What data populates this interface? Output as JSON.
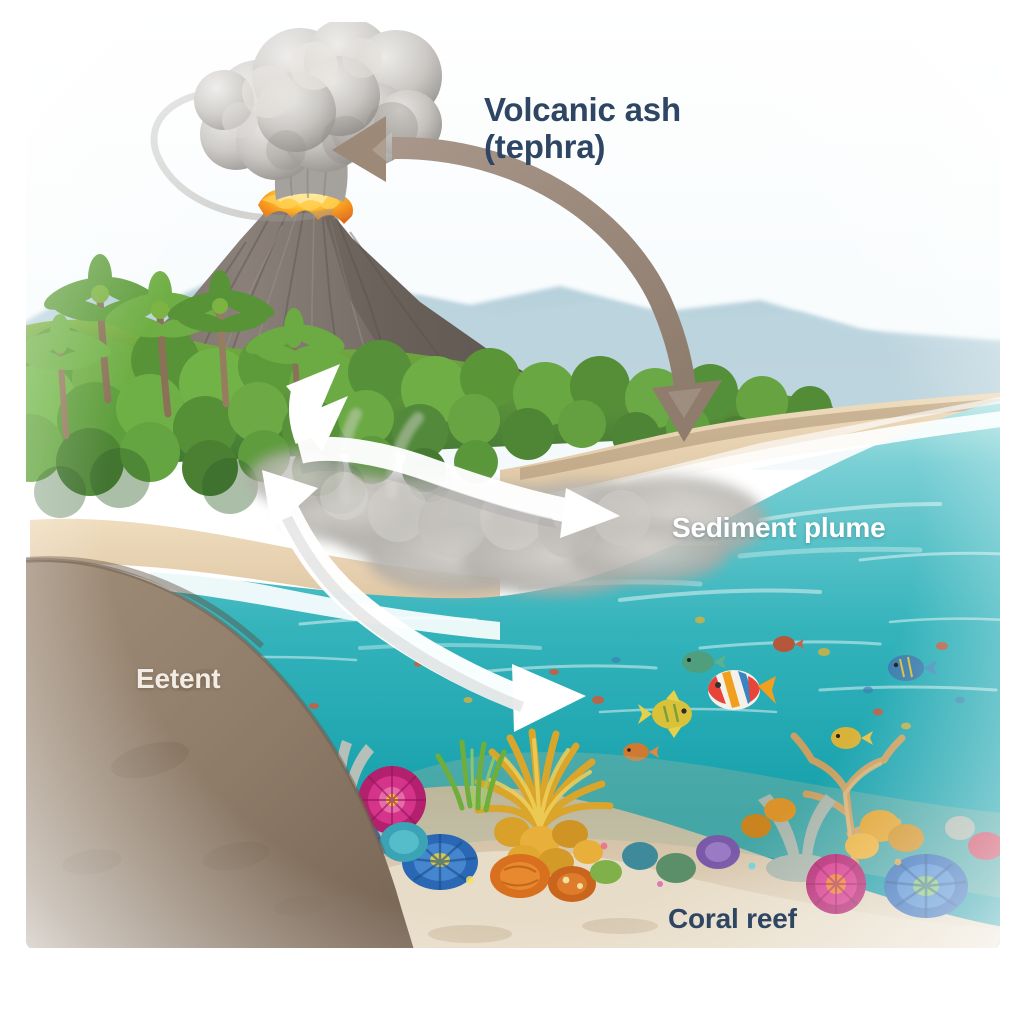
{
  "figure": {
    "kind": "scientific-illustration",
    "subject": "Volcanic ash deposition onto a tropical island and adjacent coral reef",
    "background_color": "#ffffff"
  },
  "labels": {
    "volcanic_ash": "Volcanic ash\n(tephra)",
    "sediment_plume": "Sediment plume",
    "coral_reef": "Coral reef",
    "extent": "Eetent"
  },
  "colors": {
    "label_dark": "#2e4663",
    "label_light": "#ffffff",
    "arrow_tan": "#9c8978",
    "arrow_white": "#ffffff",
    "ash_cloud": "#b9b6b2",
    "ash_cloud_dark": "#8d8a86",
    "lava_orange": "#f58220",
    "lava_yellow": "#ffd24a",
    "volcano_rock": "#7e756e",
    "volcano_rock_dark": "#5d554f",
    "forest_green": "#6aa845",
    "forest_green_dark": "#3f7433",
    "palm_green": "#7cb342",
    "distant_mountain": "#8fb3c4",
    "beach_sand": "#e3cfae",
    "shallow_water": "#7fd4d6",
    "deep_water": "#17a0ab",
    "water_foam": "#eaf7f8",
    "seafloor_tan": "#cbb396",
    "substrate_brown": "#8d7b68",
    "coral_magenta": "#c9257e",
    "coral_blue": "#2f7fc9",
    "coral_gold": "#e0a92b",
    "coral_orange": "#e87722",
    "coral_grey": "#b8c3bd"
  },
  "scene_elements": {
    "volcano": {
      "name": "erupting stratovolcano",
      "plume": "billowing grey ash cloud",
      "crater": "orange lava at summit crater",
      "wind_swirl": "faint grey wind arc left of plume"
    },
    "island": {
      "forest": "dense tropical rainforest canopy",
      "palms": "palm trees on left foreground ridge",
      "beach": "sandy shoreline with white surf",
      "distant_hills": "hazy blue ridge behind canopy"
    },
    "ocean": {
      "surface": "turquoise lagoon water",
      "ash_fall": "grey ash plume settling over the water",
      "fish": "colorful reef fish in open water"
    },
    "reef": {
      "corals": "magenta fans, blue ribbed corals, golden anemones, branching staghorn",
      "seafloor": "tan sediment slope"
    },
    "substrate": {
      "wedge": "brown earth cross-section at lower left"
    }
  },
  "arrows": [
    {
      "id": "ash-transport-arc",
      "style": "tan double-headed curved arrow",
      "from": "volcano summit plume",
      "to": "forest canopy / shoreline",
      "color": "#9c8978"
    },
    {
      "id": "ash-to-forest-arrow",
      "style": "white double-headed arrow angling up-right",
      "from": "ash fall over coast",
      "to": "forest canopy",
      "color": "#ffffff"
    },
    {
      "id": "ash-to-reef-arrow",
      "style": "white double-headed arrow sweeping down-right",
      "from": "shoreline",
      "to": "coral reef in lagoon",
      "color": "#ffffff"
    }
  ]
}
